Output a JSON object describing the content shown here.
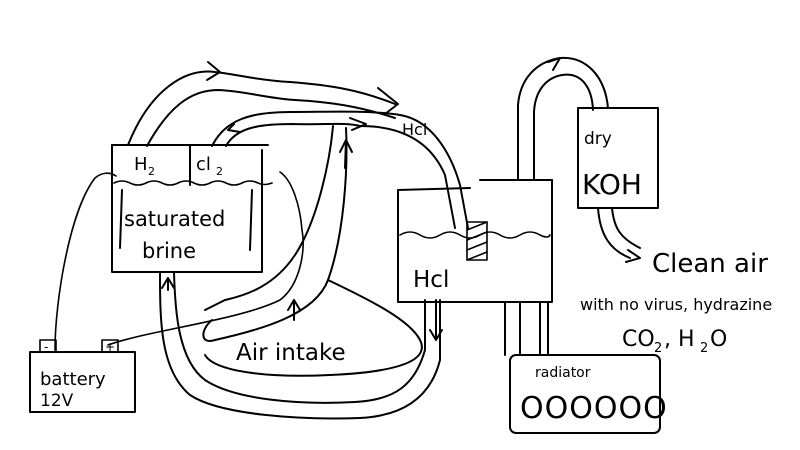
{
  "labels": {
    "h2": "H",
    "h2_sub": "2",
    "cl2": "cl",
    "cl2_sub": "2",
    "brine_line1": "saturated",
    "brine_line2": "brine",
    "hcl_pipe": "Hcl",
    "hcl_tank": "Hcl",
    "dry": "dry",
    "koh": "KOH",
    "clean_air": "Clean air",
    "clean_air_detail_1": "with no virus, hydrazine",
    "clean_air_detail_2": "CO",
    "clean_air_detail_2_sub": "2",
    "clean_air_detail_3": ", H",
    "clean_air_detail_3_sub": "2",
    "clean_air_detail_4": "O",
    "air_intake": "Air intake",
    "radiator": "radiator",
    "radiator_fins": "OOOOOO",
    "battery": "battery",
    "battery_voltage": "12V",
    "battery_minus": "-",
    "battery_plus": "+"
  }
}
